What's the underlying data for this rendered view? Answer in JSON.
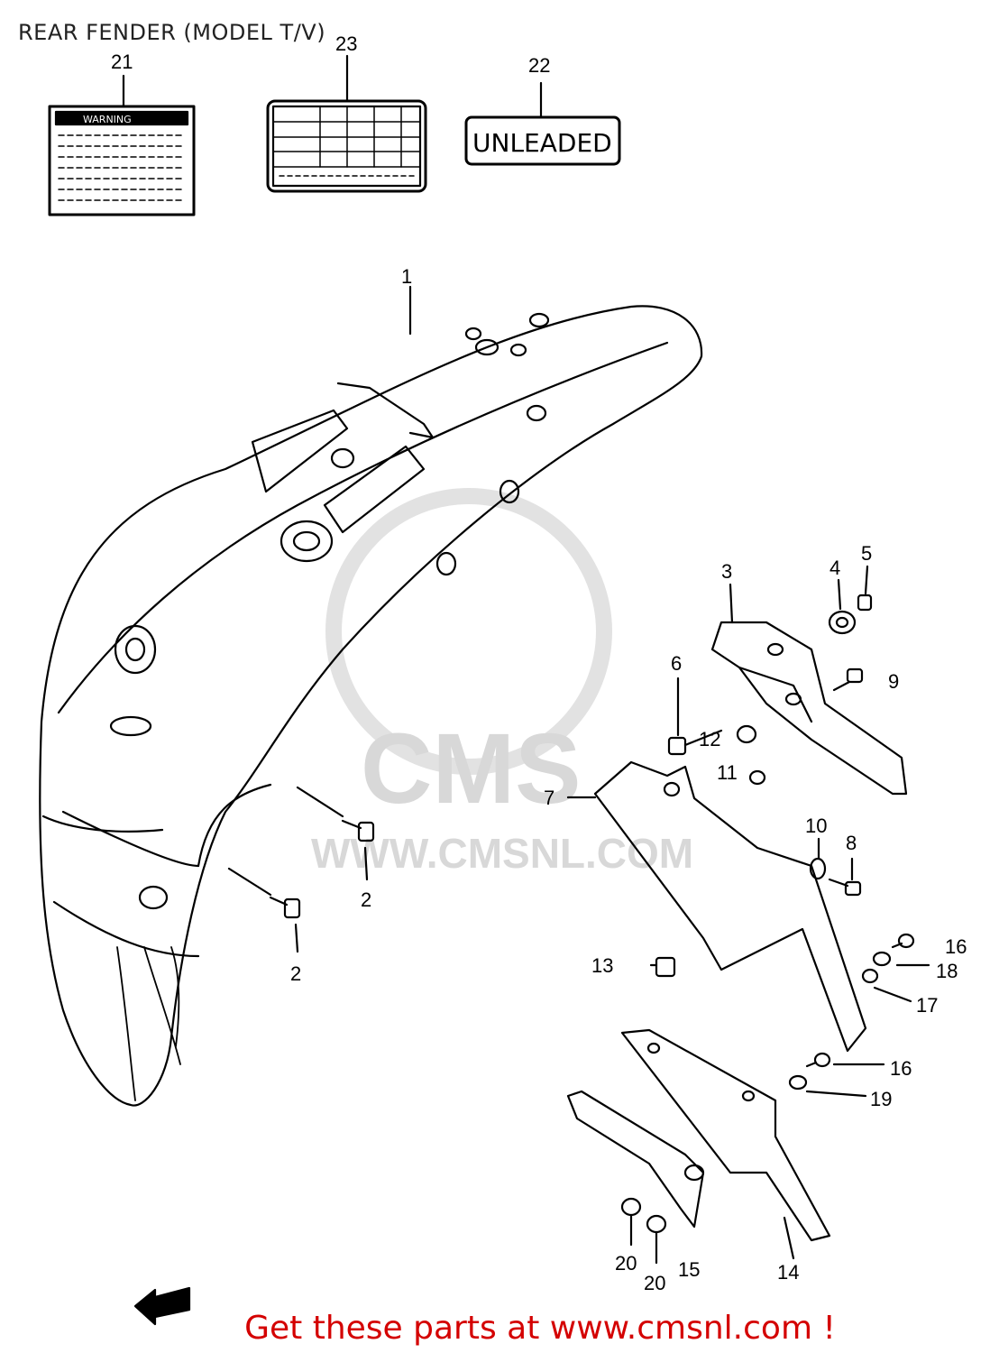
{
  "title": "REAR FENDER (MODEL T/V)",
  "footer": "Get these parts at www.cmsnl.com !",
  "watermark": {
    "brand": "CMS",
    "url": "WWW.CMSNL.COM"
  },
  "labels": {
    "warning": "WARNING",
    "unleaded": "UNLEADED"
  },
  "callouts": {
    "c1": "1",
    "c2a": "2",
    "c2b": "2",
    "c3": "3",
    "c4": "4",
    "c5": "5",
    "c6": "6",
    "c7": "7",
    "c8": "8",
    "c9": "9",
    "c10": "10",
    "c11": "11",
    "c12": "12",
    "c13": "13",
    "c14": "14",
    "c15": "15",
    "c16a": "16",
    "c16b": "16",
    "c17": "17",
    "c18": "18",
    "c19": "19",
    "c20a": "20",
    "c20b": "20",
    "c21": "21",
    "c22": "22",
    "c23": "23"
  },
  "colors": {
    "footer": "#d40000",
    "line": "#000000",
    "watermark": "#d8d8d8"
  }
}
